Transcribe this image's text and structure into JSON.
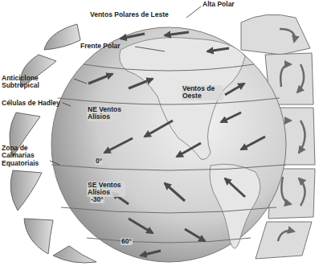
{
  "diagram": {
    "labels": [
      "Alta Polar",
      "Ventos Polares de Leste",
      "Frente Polar",
      "Anticiclone Subtropical",
      "Células de Hadley",
      "Zona de Calmarias Equatoriais",
      "Ventos de Oeste",
      "NE Ventos Alísios",
      "SE Ventos Alísios",
      "0°",
      "-30°",
      "60°"
    ]
  }
}
